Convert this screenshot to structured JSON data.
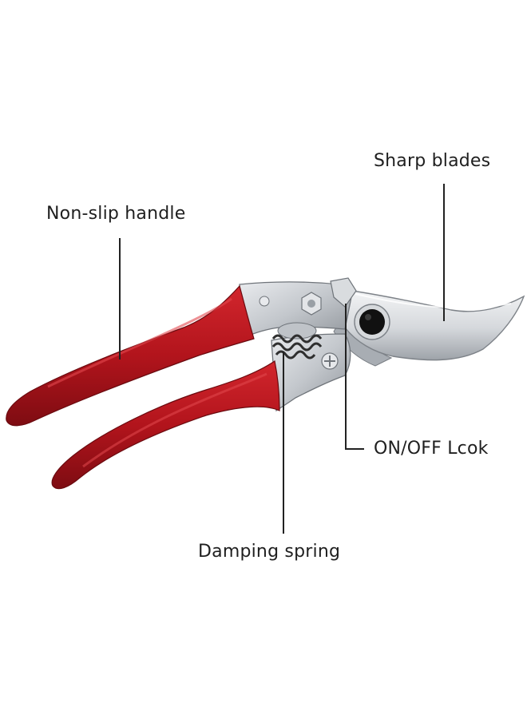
{
  "callouts": {
    "sharp_blades": "Sharp blades",
    "non_slip_handle": "Non-slip handle",
    "on_off_lock": "ON/OFF Lcok",
    "damping_spring": "Damping spring"
  },
  "colors": {
    "handle": "#b2141c",
    "handle_dark": "#7e0c12",
    "metal": "#c9ccd0",
    "metal_light": "#eef0f2",
    "metal_dark": "#8c9096",
    "pivot": "#111111",
    "leader_line": "#222222"
  },
  "icons": {
    "main_subject": "pruning-shears-illustration"
  }
}
